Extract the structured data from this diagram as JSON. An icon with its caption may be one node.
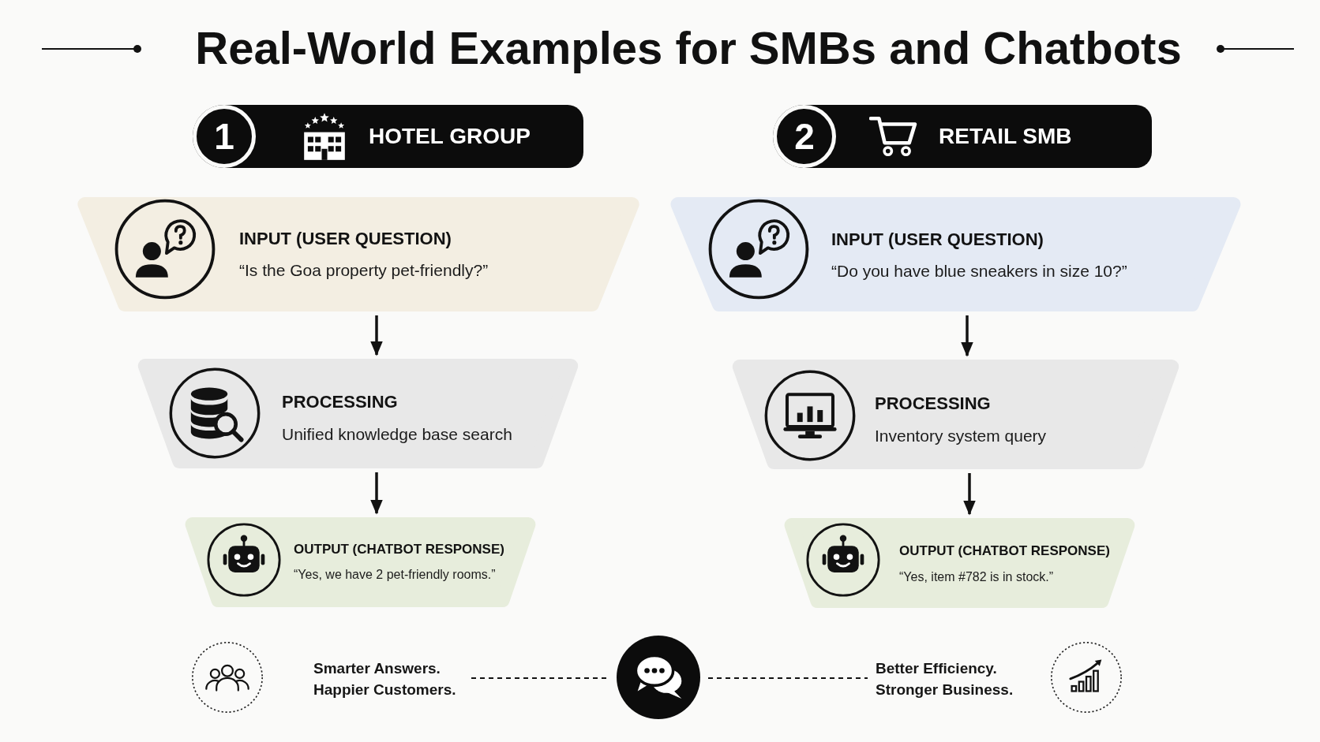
{
  "diagram": {
    "title": "Real-World Examples for SMBs and Chatbots",
    "nodes": [
      {
        "text": [
          "1",
          "HOTEL GROUP"
        ]
      },
      {
        "text": [
          "INPUT (USER QUESTION)",
          "“Is the Goa property pet-friendly?”"
        ]
      },
      {
        "text": [
          "PROCESSING",
          "Unified knowledge base search"
        ]
      },
      {
        "text": [
          "OUTPUT (CHATBOT RESPONSE)",
          "“Yes, we have 2 pet-friendly rooms.”"
        ]
      },
      {
        "text": [
          "2",
          "RETAIL SMB"
        ]
      },
      {
        "text": [
          "INPUT (USER QUESTION)",
          "“Do you have blue sneakers in size 10?”"
        ]
      },
      {
        "text": [
          "PROCESSING",
          "Inventory system query"
        ]
      },
      {
        "text": [
          "OUTPUT (CHATBOT RESPONSE)",
          "“Yes, item #782 is in stock.”"
        ]
      },
      {
        "text": [
          "Smarter Answers. Happier Customers."
        ]
      },
      {
        "text": [],
        "shape": "circle"
      },
      {
        "text": [
          "Better Efficiency. Stronger Business."
        ]
      }
    ],
    "edges": [
      {
        "from": 1,
        "to": 2,
        "arrow": "to"
      },
      {
        "from": 2,
        "to": 3,
        "arrow": "to"
      },
      {
        "from": 5,
        "to": 6,
        "arrow": "to"
      },
      {
        "from": 6,
        "to": 7,
        "arrow": "to"
      },
      {
        "from": 8,
        "to": 9,
        "arrow": "none",
        "style": "dashed"
      },
      {
        "from": 9,
        "to": 10,
        "arrow": "none",
        "style": "dashed"
      }
    ]
  }
}
